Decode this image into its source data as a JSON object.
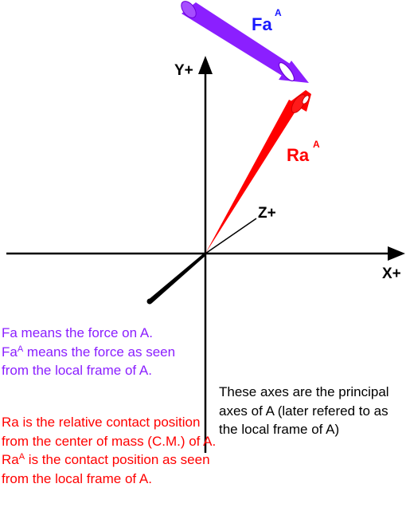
{
  "colors": {
    "force": "#8b1fff",
    "force_label": "#1a1aff",
    "position": "#ff0000",
    "axes": "#000000"
  },
  "axes": {
    "x_label": "X+",
    "y_label": "Y+",
    "z_label": "Z+"
  },
  "vectors": {
    "force": {
      "base": "Fa",
      "sup": "A"
    },
    "position": {
      "base": "Ra",
      "sup": "A"
    }
  },
  "notes": {
    "force": {
      "line1": "Fa means the force on A.",
      "line2_base": "Fa",
      "line2_sup": "A",
      "line2_rest": " means the force as seen from the local frame of A."
    },
    "position": {
      "line1": "Ra is the relative contact position from the center of mass (C.M.) of A.",
      "line2_base": "Ra",
      "line2_sup": "A",
      "line2_rest": " is the contact position as seen from the local frame of A."
    },
    "axes": "These axes are the principal axes of A (later refered to as the local frame of A)"
  }
}
